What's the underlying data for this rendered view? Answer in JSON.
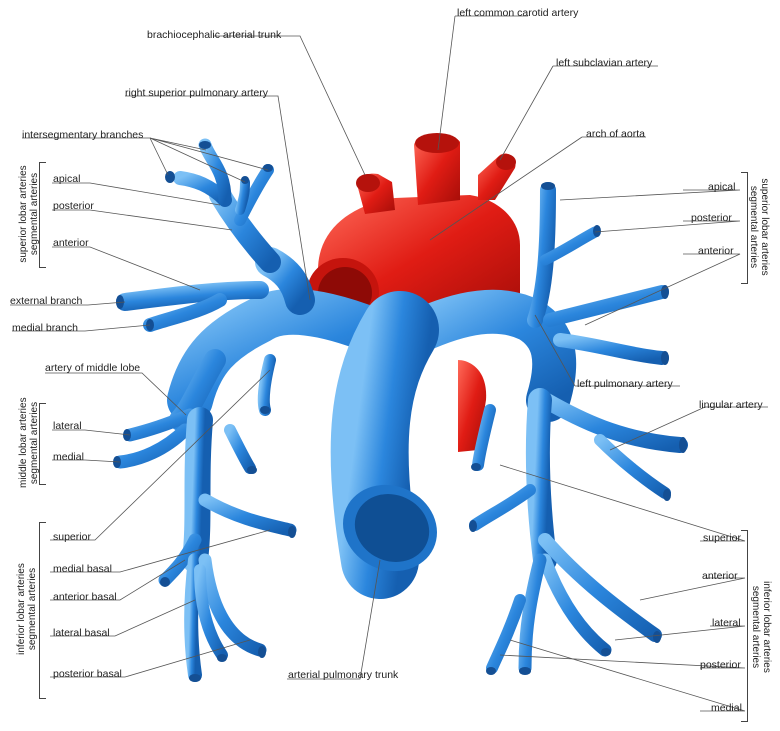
{
  "colors": {
    "artery_blue": "#2b86dd",
    "aorta_red": "#e01c14",
    "leader": "#555555"
  },
  "labels": {
    "left_common_carotid": "left common carotid artery",
    "brachiocephalic": "brachiocephalic arterial trunk",
    "left_subclavian": "left subclavian artery",
    "right_sup_pulmonary": "right superior pulmonary artery",
    "arch_of_aorta": "arch of aorta",
    "intersegmentary": "intersegmentary branches",
    "apical_l": "apical",
    "posterior_l": "posterior",
    "anterior_l": "anterior",
    "external_branch": "external branch",
    "medial_branch": "medial branch",
    "artery_middle_lobe": "artery of middle lobe",
    "lateral_l": "lateral",
    "medial_l": "medial",
    "superior_l": "superior",
    "medial_basal": "medial basal",
    "anterior_basal": "anterior basal",
    "lateral_basal": "lateral basal",
    "posterior_basal": "posterior basal",
    "arterial_pulmonary_trunk": "arterial pulmonary trunk",
    "apical_r": "apical",
    "posterior_r": "posterior",
    "anterior_r": "anterior",
    "left_pulmonary": "left pulmonary artery",
    "lingular": "lingular artery",
    "superior_r": "superior",
    "anterior_r2": "anterior",
    "lateral_r": "lateral",
    "posterior_r2": "posterior",
    "medial_r": "medial"
  },
  "groups": {
    "sup_lobar_left_1": "superior lobar arteries",
    "sup_lobar_left_2": "segmental arteries",
    "mid_lobar_1": "middle lobar arteries",
    "mid_lobar_2": "segmental arteries",
    "inf_lobar_left_1": "inferior lobar arteries",
    "inf_lobar_left_2": "segmental arteries",
    "sup_lobar_right_1": "superior lobar arteries",
    "sup_lobar_right_2": "segmental arteries",
    "inf_lobar_right_1": "inferior lobar arteries",
    "inf_lobar_right_2": "segmental arteries"
  }
}
